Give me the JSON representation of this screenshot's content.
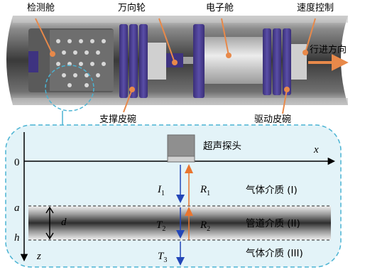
{
  "robot": {
    "labels": {
      "detection_cabin": "检测舱",
      "universal_wheel": "万向轮",
      "electronic_cabin": "电子舱",
      "speed_control": "速度控制",
      "support_cup": "支撑皮碗",
      "drive_cup": "驱动皮碗",
      "direction": "行进方向"
    },
    "colors": {
      "pipe": "#4a4a4a",
      "cup": "#4b3f8f",
      "arrow": "#e8894a",
      "callout": "#e8894a"
    }
  },
  "schematic": {
    "transducer_label": "超声探头",
    "axis_x": "x",
    "axis_z": "z",
    "origin": "0",
    "a": "a",
    "h": "h",
    "d": "d",
    "I1": "I",
    "I1_sub": "1",
    "R1": "R",
    "R1_sub": "1",
    "T2": "T",
    "T2_sub": "2",
    "R2": "R",
    "R2_sub": "2",
    "T3": "T",
    "T3_sub": "3",
    "medium1": "气体介质 (I)",
    "medium2": "管道介质 (II)",
    "medium3": "气体介质 (III)",
    "colors": {
      "panel_bg": "#e3f3f8",
      "panel_border": "#4ab3d3",
      "down_arrow": "#2346b8",
      "up_arrow": "#e9752f"
    }
  }
}
